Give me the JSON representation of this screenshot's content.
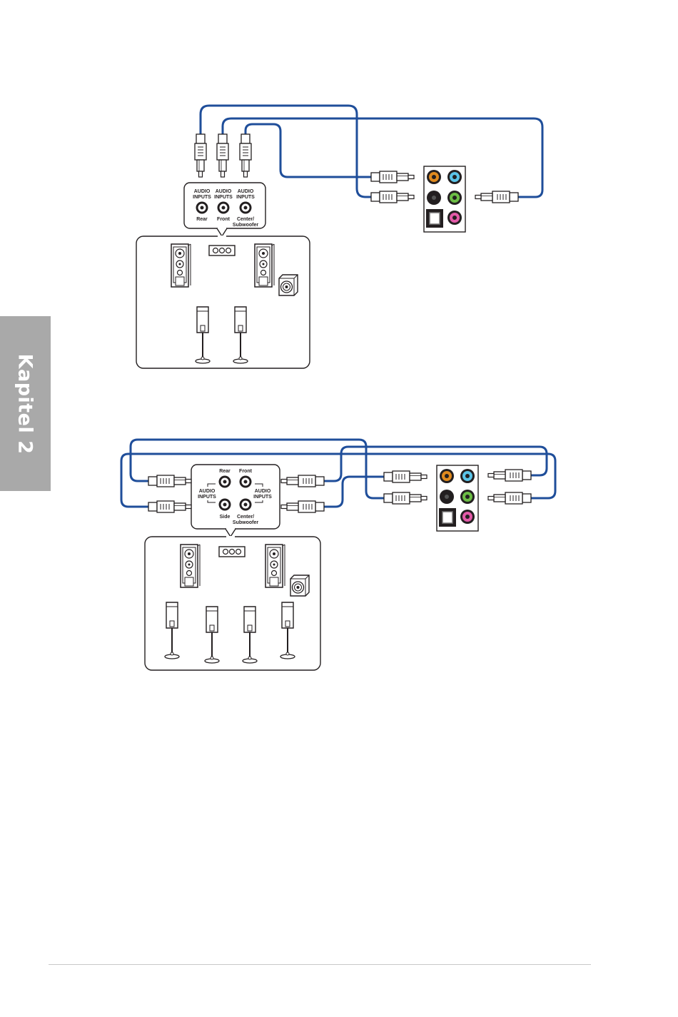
{
  "side_tab": {
    "label": "Kapitel 2",
    "color": "#a9a9a9"
  },
  "colors": {
    "cable": "#1f4e9a",
    "jack_orange": "#e08a1e",
    "jack_blue": "#5bc4e8",
    "jack_black": "#231f20",
    "jack_green": "#6cbd45",
    "jack_pink": "#e35aa8"
  },
  "diagram_6ch": {
    "input_labels": [
      "AUDIO\nINPUTS",
      "AUDIO\nINPUTS",
      "AUDIO\nINPUTS"
    ],
    "channel_labels": [
      "Rear",
      "Front",
      "Center/\nSubwoofer"
    ],
    "speaker_icons": [
      "tower-speaker",
      "tower-speaker",
      "subwoofer",
      "satellite-speaker",
      "satellite-speaker"
    ]
  },
  "diagram_8ch": {
    "input_labels": [
      "AUDIO\nINPUTS",
      "AUDIO\nINPUTS"
    ],
    "channel_labels": [
      "Rear",
      "Front",
      "Side",
      "Center/\nSubwoofer"
    ],
    "speaker_icons": [
      "tower-speaker",
      "tower-speaker",
      "subwoofer",
      "satellite-speaker",
      "satellite-speaker",
      "satellite-speaker",
      "satellite-speaker"
    ]
  }
}
